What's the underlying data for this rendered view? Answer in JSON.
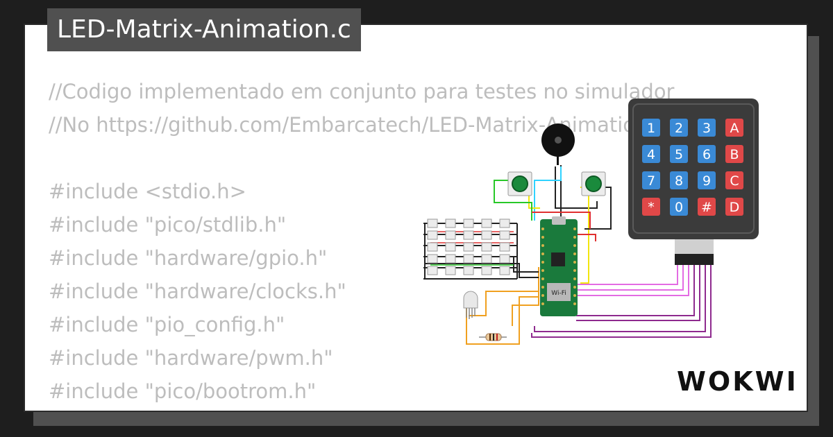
{
  "title": "LED-Matrix-Animation.c",
  "code_lines": [
    "//Codigo implementado em conjunto para testes no simulador",
    "//No https://github.com/Embarcatech/LED-Matrix-Animation-de-ra-...",
    "",
    "#include <stdio.h>",
    "#include \"pico/stdlib.h\"",
    "#include \"hardware/gpio.h\"",
    "#include \"hardware/clocks.h\"",
    "#include \"pio_config.h\"",
    "#include \"hardware/pwm.h\"",
    "#include \"pico/bootrom.h\""
  ],
  "keypad_keys": [
    "1",
    "2",
    "3",
    "A",
    "4",
    "5",
    "6",
    "B",
    "7",
    "8",
    "9",
    "C",
    "*",
    "0",
    "#",
    "D"
  ],
  "board_label": "Wi-Fi",
  "logo": "WOKWI",
  "colors": {
    "key_blue": "#3a8ad6",
    "key_red": "#e04848",
    "board_green": "#1a7a3c",
    "keypad_body": "#3b3b3b"
  }
}
